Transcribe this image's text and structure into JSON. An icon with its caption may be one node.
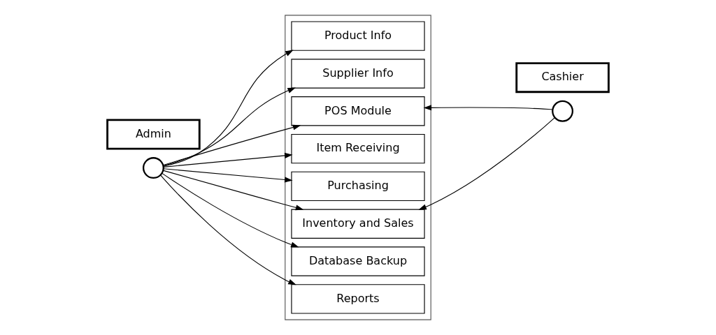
{
  "diagram": {
    "nodes": [
      {
        "text": [],
        "shape": "person"
      },
      {
        "text": [
          "Admin"
        ]
      },
      {
        "text": [],
        "shape": "box"
      },
      {
        "text": [
          "Product Info"
        ],
        "in": 2
      },
      {
        "text": [
          "Supplier Info"
        ],
        "in": 2
      },
      {
        "text": [
          "POS Module"
        ],
        "in": 2
      },
      {
        "text": [
          "Item Receiving"
        ],
        "in": 2
      },
      {
        "text": [
          "Purchasing"
        ],
        "in": 2
      },
      {
        "text": [
          "Inventory and Sales"
        ],
        "in": 2
      },
      {
        "text": [
          "Database Backup"
        ],
        "in": 2
      },
      {
        "text": [
          "Reports"
        ],
        "in": 2
      },
      {
        "text": [],
        "shape": "person"
      },
      {
        "text": [
          "Cashier"
        ]
      }
    ],
    "edges": [
      {
        "from": 0,
        "to": 3,
        "arrow": "to"
      },
      {
        "from": 0,
        "to": 4,
        "arrow": "to"
      },
      {
        "from": 0,
        "to": 5,
        "arrow": "to"
      },
      {
        "from": 0,
        "to": 6,
        "arrow": "to"
      },
      {
        "from": 0,
        "to": 7,
        "arrow": "to"
      },
      {
        "from": 0,
        "to": 8,
        "arrow": "to"
      },
      {
        "from": 0,
        "to": 9,
        "arrow": "to"
      },
      {
        "from": 0,
        "to": 10,
        "arrow": "to"
      },
      {
        "from": 11,
        "to": 5,
        "arrow": "to"
      },
      {
        "from": 11,
        "to": 8,
        "arrow": "to"
      }
    ]
  }
}
